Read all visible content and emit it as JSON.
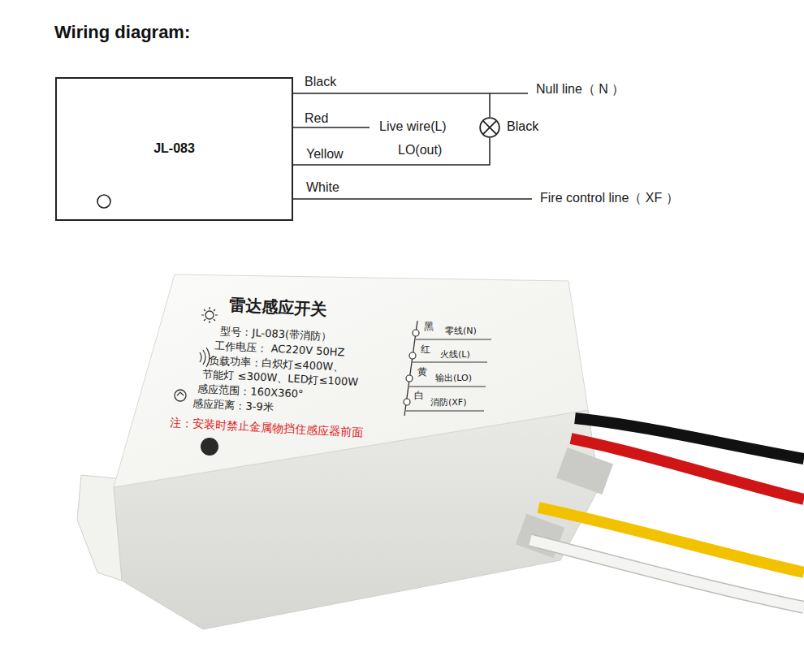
{
  "diagram": {
    "title": "Wiring diagram:",
    "nodes": [
      {
        "text": [
          "JL-083"
        ]
      },
      {
        "text": [
          "Black"
        ]
      }
    ],
    "edges": [
      {
        "from": 0,
        "to": 1,
        "arrow": "none"
      },
      {
        "from": 0,
        "to": 1,
        "arrow": "none"
      }
    ],
    "labels": [
      "Black",
      "Red",
      "Yellow",
      "White",
      "Null line（ N ）",
      "Live wire(L)",
      "LO(out)",
      "Fire control line（ XF ）",
      "雷达感应开关",
      "型号：JL-083(带消防）",
      "工作电压： AC220V 50HZ",
      "负载功率：白炽灯≤400W、",
      "节能灯 ≤300W、LED灯≤100W",
      "感应范围：160X360°",
      "感应距离：3-9米",
      "注：安装时禁止金属物挡住感应器前面",
      "黑",
      "零线(N)",
      "红",
      "火线(L)",
      "黄",
      "输出(LO)",
      "白",
      "消防(XF)"
    ]
  }
}
